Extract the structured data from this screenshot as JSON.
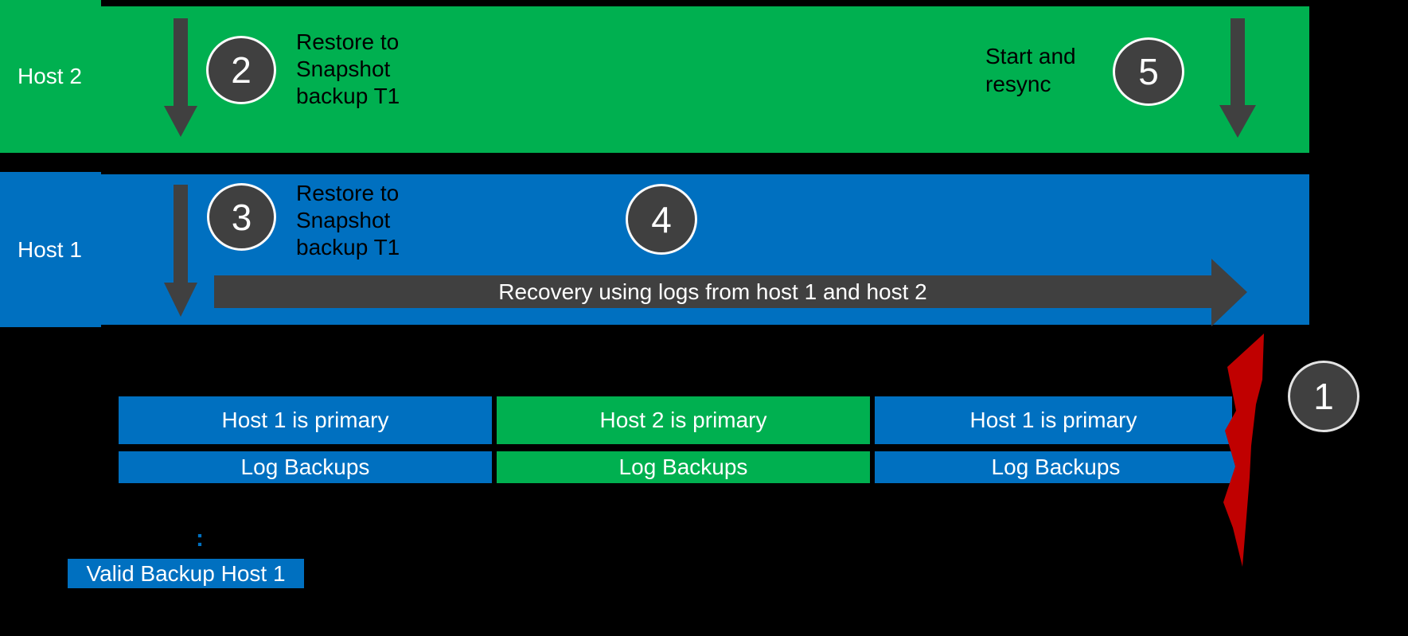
{
  "colors": {
    "green": "#00B050",
    "blue": "#0070C0",
    "dark": "#404040",
    "red": "#C00000",
    "background": "#000000"
  },
  "lanes": {
    "host2": {
      "label": "Host 2"
    },
    "host1": {
      "label": "Host 1"
    }
  },
  "steps": {
    "s1": "1",
    "s2": "2",
    "s3": "3",
    "s4": "4",
    "s5": "5"
  },
  "annotations": {
    "restore": [
      "Restore to",
      "Snapshot",
      "backup T1"
    ],
    "start_resync": [
      "Start and",
      "resync"
    ],
    "recovery": "Recovery using logs from host 1 and host 2",
    "colon": ":",
    "valid_backup": "Valid Backup Host 1"
  },
  "timeline": {
    "primary_row": [
      {
        "label": "Host 1 is primary",
        "color": "blue"
      },
      {
        "label": "Host 2 is primary",
        "color": "green"
      },
      {
        "label": "Host 1 is primary",
        "color": "blue"
      }
    ],
    "log_row": [
      {
        "label": "Log Backups",
        "color": "blue"
      },
      {
        "label": "Log Backups",
        "color": "green"
      },
      {
        "label": "Log Backups",
        "color": "blue"
      }
    ]
  }
}
